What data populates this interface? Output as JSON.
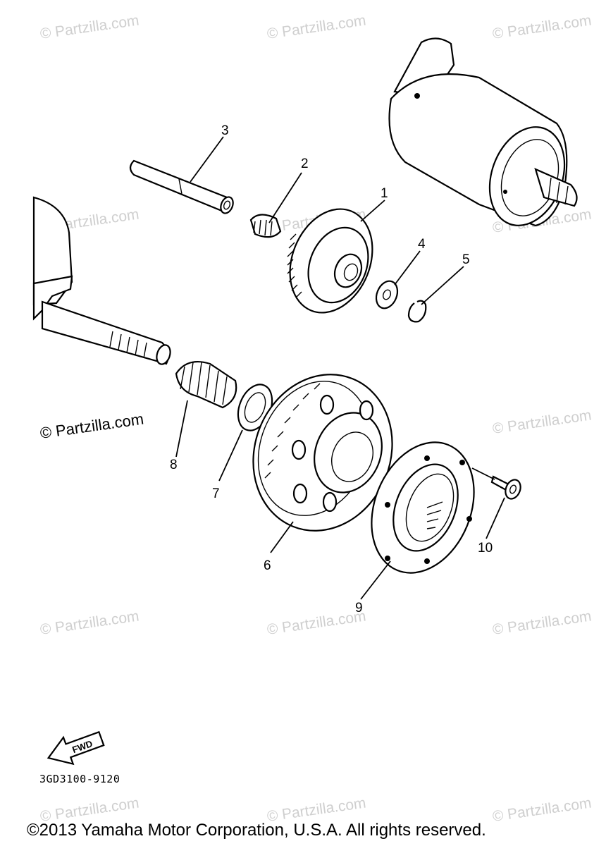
{
  "watermark": "© Partzilla.com",
  "callouts": [
    "1",
    "2",
    "3",
    "4",
    "5",
    "6",
    "7",
    "8",
    "9",
    "10"
  ],
  "fwd_label": "FWD",
  "part_code": "3GD3100-9120",
  "copyright": "©2013 Yamaha Motor Corporation, U.S.A. All rights reserved."
}
